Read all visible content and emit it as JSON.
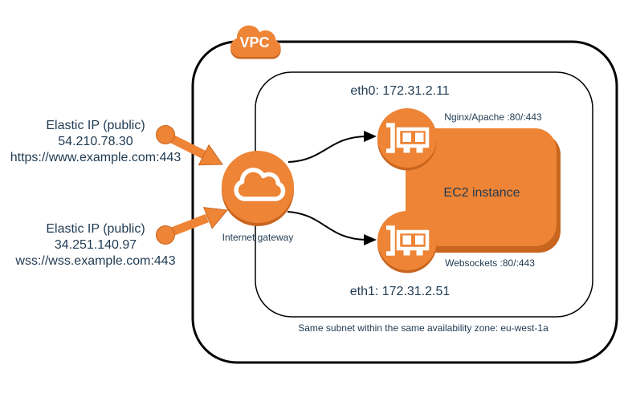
{
  "diagram_title": "VPC network diagram",
  "colors": {
    "orange": "#EE8435",
    "orange_dark": "#C8651F",
    "text_navy": "#1F3A52",
    "line_black": "#000000",
    "icon_white": "#FFFFFF"
  },
  "vpc": {
    "label": "VPC",
    "icon": "cloud-icon"
  },
  "elastic_ips": [
    {
      "title": "Elastic IP (public)",
      "ip": "54.210.78.30",
      "url": "https://www.example.com:443"
    },
    {
      "title": "Elastic IP (public)",
      "ip": "34.251.140.97",
      "url": "wss://wss.example.com:443"
    }
  ],
  "internet_gateway": {
    "label": "Internet gateway",
    "icon": "cloud-icon"
  },
  "ec2_instance": {
    "label": "EC2 instance"
  },
  "network_interfaces": [
    {
      "id": "eth0",
      "label": "eth0: 172.31.2.11",
      "service": "Nginx/Apache :80/:443",
      "icon": "network-card-icon"
    },
    {
      "id": "eth1",
      "label": "eth1: 172.31.2.51",
      "service": "Websockets :80/:443",
      "icon": "network-card-icon"
    }
  ],
  "subnet": {
    "note": "Same subnet within the same availability zone: eu-west-1a"
  }
}
